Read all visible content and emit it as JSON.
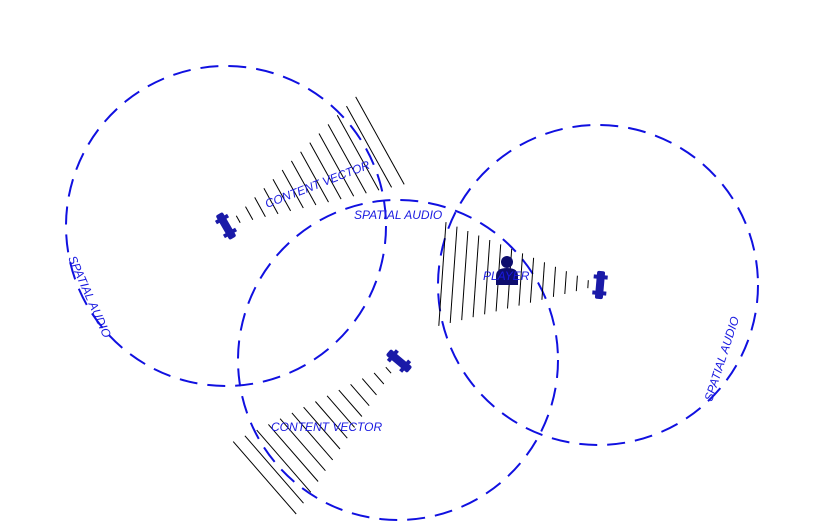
{
  "labels": {
    "spatial_audio_left": "SPATIAL AUDIO",
    "spatial_audio_center": "SPATIAL AUDIO",
    "spatial_audio_right": "SPATIAL AUDIO",
    "content_vector_top": "CONTENT VECTOR",
    "content_vector_bottom": "CONTENT VECTOR",
    "player": "PLAYER"
  },
  "icons": {
    "player": "person-icon",
    "speaker": "speaker-icon"
  },
  "colors": {
    "ring": "#1010e0",
    "text": "#1a1ae0",
    "speaker": "#1a1aa8",
    "hatch": "#000000"
  }
}
